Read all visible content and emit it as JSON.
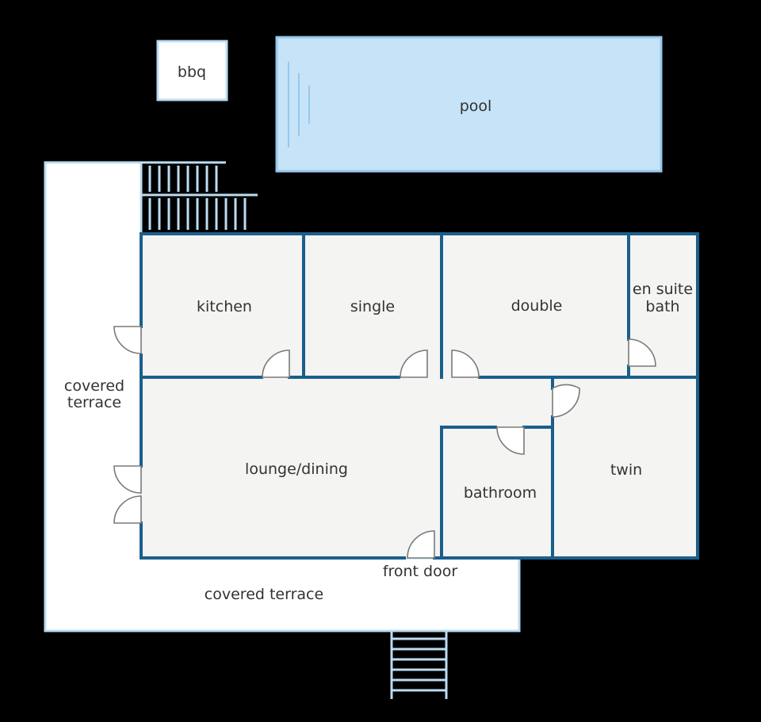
{
  "labels": {
    "bbq": "bbq",
    "pool": "pool",
    "kitchen": "kitchen",
    "single": "single",
    "double": "double",
    "en_suite_line1": "en suite",
    "en_suite_line2": "bath",
    "covered_side_line1": "covered",
    "covered_side_line2": "terrace",
    "lounge": "lounge/dining",
    "bathroom": "bathroom",
    "twin": "twin",
    "front_door": "front door",
    "covered_bottom": "covered terrace"
  },
  "colors": {
    "background": "#000000",
    "wall": "#1a5f8c",
    "room_fill": "#f4f4f2",
    "terrace_fill": "#ffffff",
    "terrace_border": "#bcdcf2",
    "pool_fill": "#c6e3f7",
    "pool_border": "#96c9ec",
    "stairs": "#bcdcf2",
    "door": "#7a7a7a",
    "text": "#333333"
  }
}
